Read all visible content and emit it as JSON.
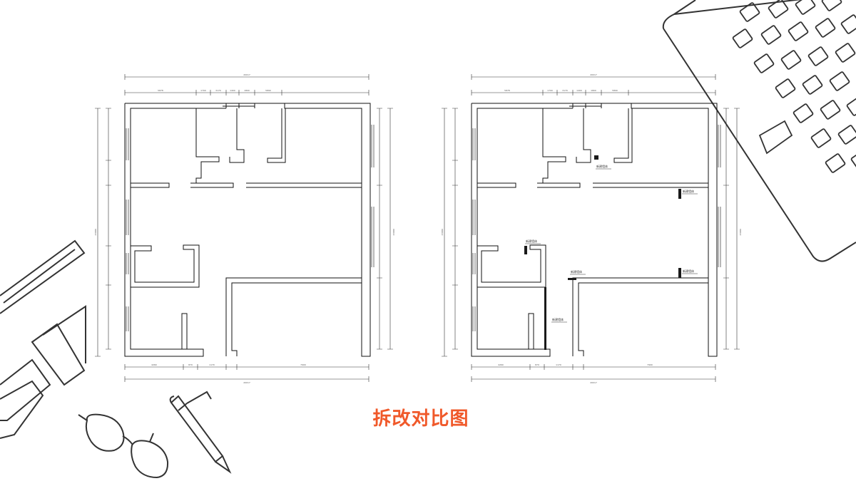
{
  "caption": "拆改对比图",
  "colors": {
    "caption": "#f0592a",
    "line": "#333333",
    "wall": "#111111",
    "new_wall": "#1a1a1a",
    "background": "#ffffff"
  },
  "plans": [
    {
      "id": "before",
      "description_label": "",
      "dimensions": {
        "top_total": "20017",
        "top_segments": [
          "5878",
          "1700",
          "3170",
          "1400",
          "1800",
          "5890"
        ],
        "bottom_total": "20017",
        "bottom_segments": [
          "4260",
          "870",
          "1170",
          "7900"
        ],
        "left_total": "15980",
        "right_total": "15980"
      },
      "notes": []
    },
    {
      "id": "after",
      "description_label": "",
      "dimensions": {
        "top_total": "20017",
        "top_segments": [
          "5878",
          "1700",
          "3170",
          "1400",
          "1800",
          "5890"
        ],
        "bottom_total": "20017",
        "bottom_segments": [
          "4260",
          "870",
          "1170",
          "7900"
        ],
        "left_total": "15980",
        "right_total": "15980"
      },
      "notes": [
        "新建墙体",
        "新建墙体",
        "新建墙体",
        "新建墙体",
        "新建墙体",
        "新建墙体"
      ]
    }
  ],
  "decorations": {
    "icons": [
      "keyboard-icon",
      "laptop-icon",
      "glasses-icon",
      "pen-icon"
    ]
  }
}
